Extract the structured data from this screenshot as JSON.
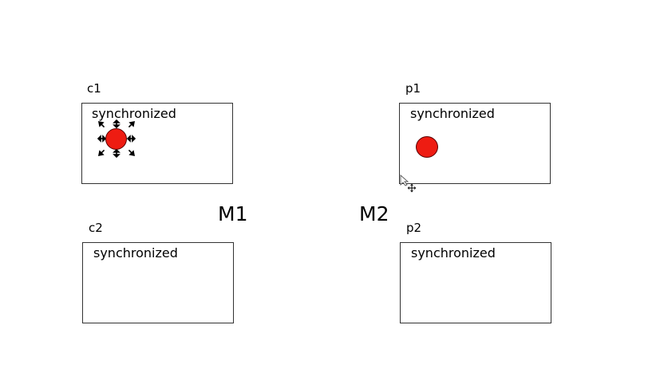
{
  "colors": {
    "ball": "#ee1c12",
    "ball_outline": "#5a0000",
    "box_border": "#333333",
    "background": "#ffffff"
  },
  "panels": {
    "c1": {
      "label": "c1",
      "text": "synchronized"
    },
    "p1": {
      "label": "p1",
      "text": "synchronized"
    },
    "c2": {
      "label": "c2",
      "text": "synchronized"
    },
    "p2": {
      "label": "p2",
      "text": "synchronized"
    }
  },
  "machines": {
    "m1": "M1",
    "m2": "M2"
  },
  "icons": {
    "resize_handles": "resize-handles-icon",
    "cursor": "mouse-pointer-icon",
    "move": "move-icon"
  }
}
